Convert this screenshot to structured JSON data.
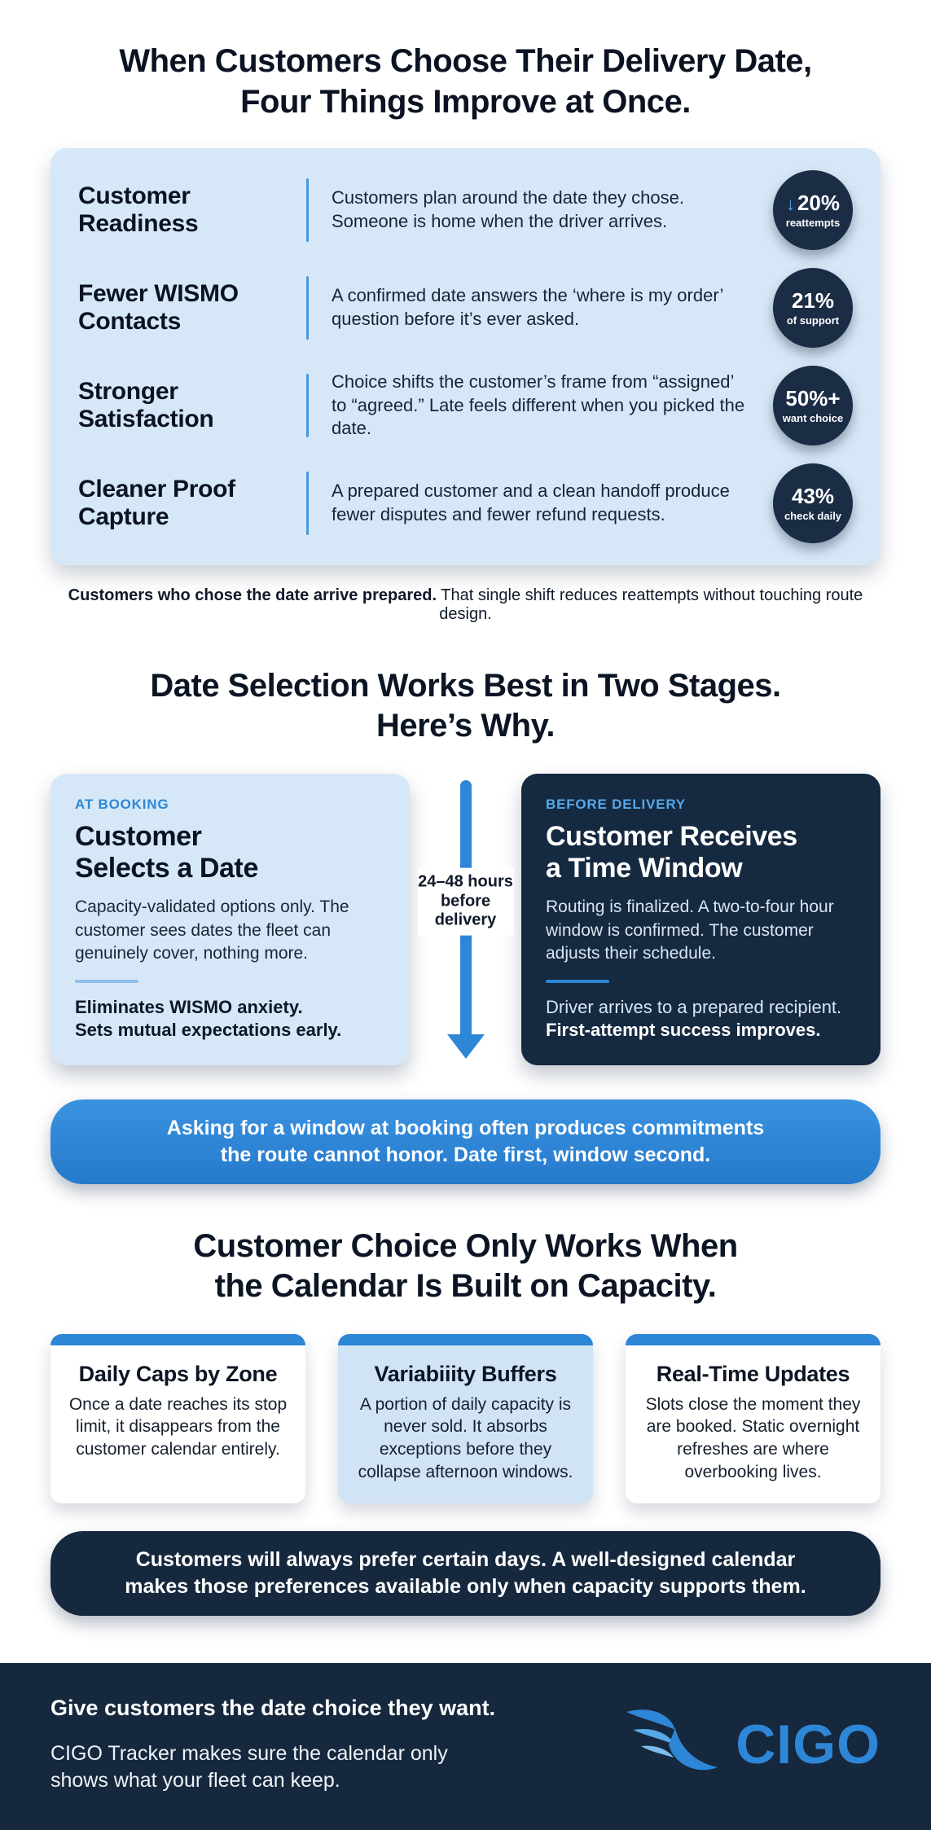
{
  "colors": {
    "accent_blue": "#2e86d6",
    "light_blue_bg": "#d6e8f7",
    "navy": "#16283d",
    "badge_navy": "#1b2c45",
    "label_blue": "#57a8ea"
  },
  "header": {
    "title_line1": "When Customers Choose Their Delivery Date,",
    "title_line2": "Four Things Improve at Once."
  },
  "benefits": {
    "rows": [
      {
        "title": "Customer Readiness",
        "desc": "Customers plan around the date they chose. Someone is home when the driver arrives.",
        "badge_arrow": "↓",
        "badge_value": "20%",
        "badge_label": "reattempts"
      },
      {
        "title": "Fewer WISMO Contacts",
        "desc": "A confirmed date answers the ‘where is my order’ question before it’s ever asked.",
        "badge_value": "21%",
        "badge_label": "of support"
      },
      {
        "title": "Stronger Satisfaction",
        "desc": "Choice shifts the customer’s frame from “assigned’ to “agreed.” Late feels different when you picked the date.",
        "badge_value": "50%+",
        "badge_label": "want choice"
      },
      {
        "title": "Cleaner Proof Capture",
        "desc": "A prepared customer and a clean handoff produce fewer disputes and fewer refund requests.",
        "badge_value": "43%",
        "badge_label": "check daily"
      }
    ],
    "caption_bold": "Customers who chose the date arrive prepared.",
    "caption_rest": " That single shift reduces reattempts without touching route design."
  },
  "stages": {
    "title_line1": "Date Selection Works Best in Two Stages.",
    "title_line2": "Here’s Why.",
    "left": {
      "label": "AT BOOKING",
      "heading_line1": "Customer",
      "heading_line2": "Selects a Date",
      "body": "Capacity-validated options only. The customer sees dates the fleet can genuinely cover, nothing more.",
      "footer_line1": "Eliminates WISMO anxiety.",
      "footer_line2": "Sets mutual expectations early."
    },
    "arrow_label": "24–48 hours before delivery",
    "right": {
      "label": "BEFORE DELIVERY",
      "heading_line1": "Customer Receives",
      "heading_line2": "a Time Window",
      "body": "Routing is finalized. A two-to-four hour window is confirmed. The customer adjusts their schedule.",
      "footer_line1": "Driver arrives to a prepared recipient.",
      "footer_line2": "First-attempt success improves."
    },
    "banner_line1": "Asking for a window at booking often produces commitments",
    "banner_line2": "the route cannot honor. Date first, window second."
  },
  "capacity": {
    "title_line1": "Customer Choice Only Works When",
    "title_line2": "the Calendar Is Built on Capacity.",
    "cards": [
      {
        "title": "Daily Caps by Zone",
        "body": "Once a date reaches its stop limit, it disappears from the customer calendar entirely."
      },
      {
        "title": "Variabiiity Buffers",
        "body": "A portion of daily capacity is never sold. It absorbs exceptions before they collapse afternoon windows."
      },
      {
        "title": "Real-Time Updates",
        "body": "Slots close the moment they are booked. Static overnight refreshes are where overbooking lives."
      }
    ],
    "banner_line1": "Customers will always prefer certain days. A well-designed calendar",
    "banner_line2": "makes those preferences available only when capacity supports them."
  },
  "footer": {
    "headline": "Give customers the date choice they want.",
    "body_line1": "CIGO Tracker makes sure the calendar only",
    "body_line2": "shows what your fleet can keep.",
    "brand": "CIGO"
  }
}
